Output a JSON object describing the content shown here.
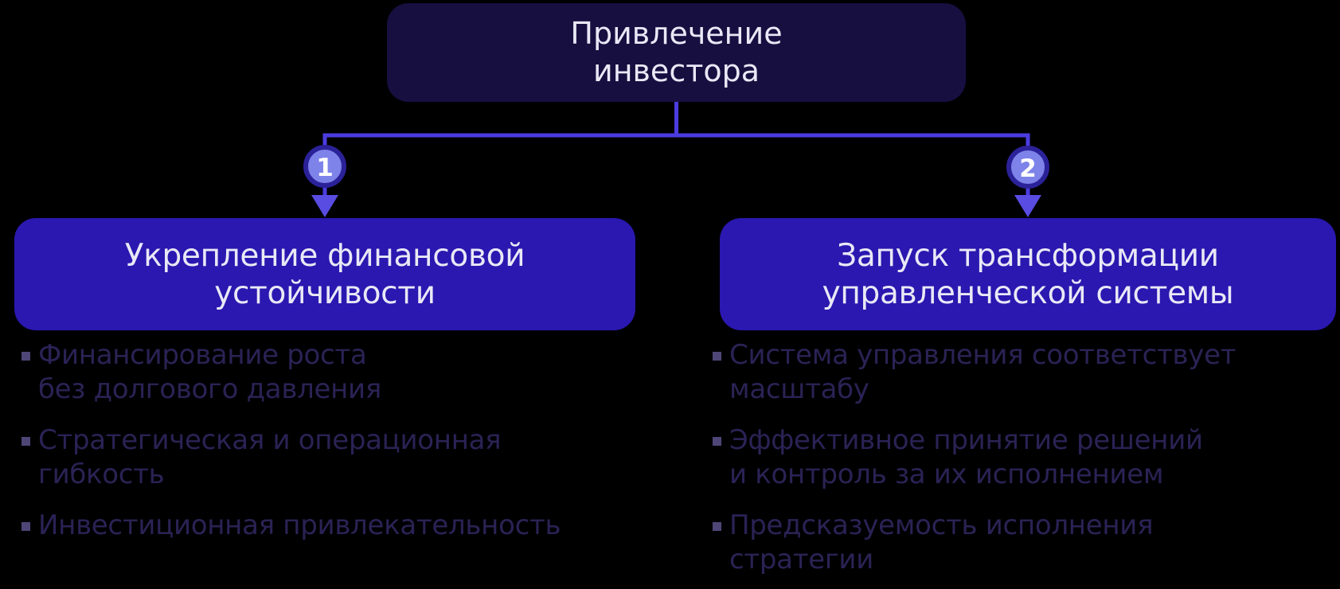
{
  "root_node": {
    "title": "Привлечение\nинвестора"
  },
  "branches": [
    {
      "number": "1",
      "title": "Укрепление финансовой\nустойчивости",
      "bullets": [
        "Финансирование роста\nбез долгового давления",
        "Стратегическая и операционная\nгибкость",
        "Инвестиционная привлекательность"
      ]
    },
    {
      "number": "2",
      "title": "Запуск трансформации\nуправленческой системы",
      "bullets": [
        "Система управления соответствует\nмасштабу",
        "Эффективное принятие решений\nи контроль за их исполнением",
        "Предсказуемость исполнения\nстратегии"
      ]
    }
  ],
  "colors": {
    "background": "#000000",
    "root_box": "#170f40",
    "branch_box": "#2a18b0",
    "connector": "#4b3ce0",
    "arrow": "#584ce2",
    "circle_fill": "#7e83ea",
    "circle_ring": "#2b2299",
    "circle_number": "#ffffff",
    "box_text": "#e9e8f6",
    "bullet_text": "#2b2255",
    "bullet_marker": "#4e4677"
  }
}
